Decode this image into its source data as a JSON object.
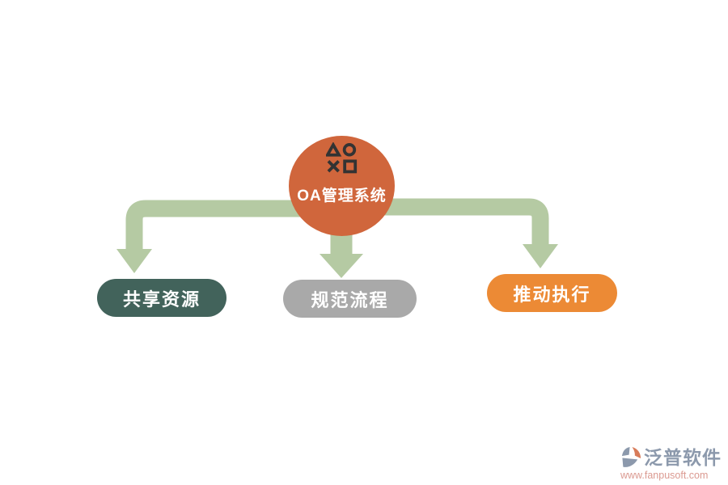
{
  "page": {
    "background_color": "#ffffff"
  },
  "diagram": {
    "root": {
      "label": "OA管理系统",
      "icon": "shapes-icon",
      "color": "#d0663c",
      "icon_color": "#333333",
      "text_color": "#ffffff"
    },
    "arrow_color": "#b5caa3",
    "branches": [
      {
        "id": "share-resources",
        "label": "共享资源",
        "color": "#42635b",
        "text_color": "#ffffff"
      },
      {
        "id": "standard-process",
        "label": "规范流程",
        "color": "#a9a9a9",
        "text_color": "#ffffff"
      },
      {
        "id": "promote-execution",
        "label": "推动执行",
        "color": "#ec8a35",
        "text_color": "#ffffff"
      }
    ]
  },
  "watermark": {
    "brand": "泛普软件",
    "url": "www.fanpusoft.com",
    "brand_color": "#8c99ac",
    "url_color": "#db9a91",
    "icon": "fanpu-logo-icon"
  }
}
